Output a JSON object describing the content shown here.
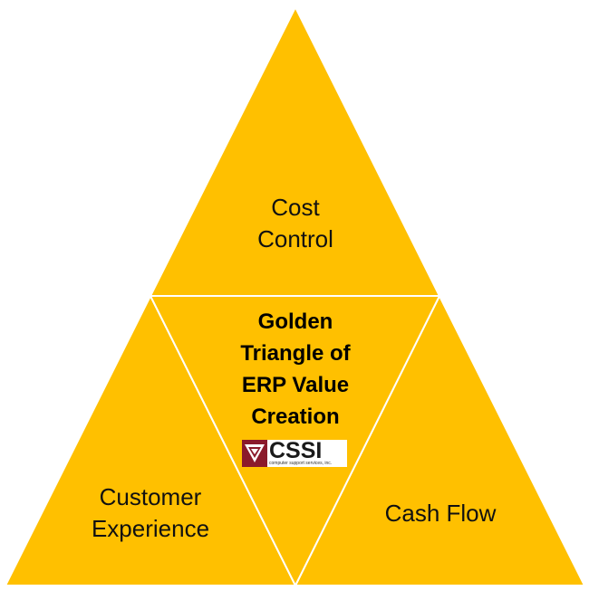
{
  "colors": {
    "segment_fill": "#FFC000",
    "divider": "#FFFFFF",
    "logo_mark": "#8B1A2B"
  },
  "segments": {
    "top_label": "Cost\nControl",
    "left_label": "Customer\nExperience",
    "right_label": "Cash Flow",
    "center_label": "Golden\nTriangle of\nERP Value\nCreation"
  },
  "logo": {
    "icon": "cssi-logo-mark",
    "text": "CSSI",
    "tagline": "computer support services, inc."
  }
}
